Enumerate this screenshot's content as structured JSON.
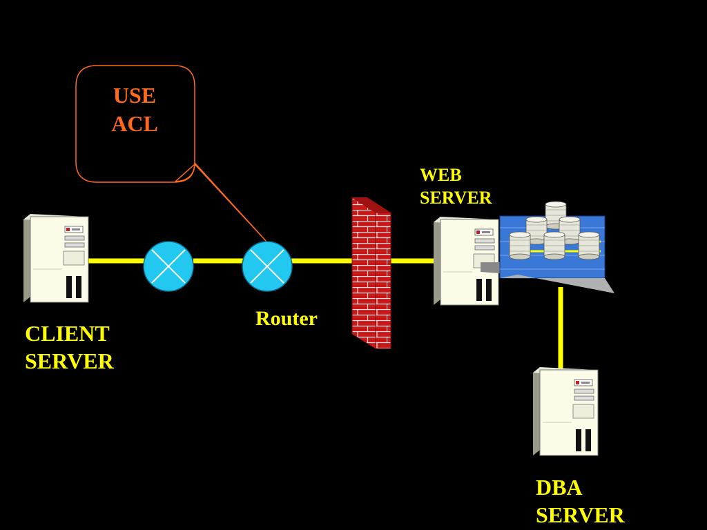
{
  "callout": {
    "line1": "USE",
    "line2": "ACL"
  },
  "labels": {
    "client_line1": "CLIENT",
    "client_line2": "SERVER",
    "router": "Router",
    "web_line1": "WEB",
    "web_line2": "SERVER",
    "dba_line1": "DBA",
    "dba_line2": "SERVER"
  },
  "colors": {
    "background": "#000000",
    "link": "#ffff00",
    "label": "#ffff00",
    "callout": "#ff6a1a",
    "router": "#22c8f0",
    "firewall": "#cc1a1a",
    "storage_panel": "#3a78d8"
  },
  "icons": [
    "server-icon",
    "router-icon",
    "firewall-icon",
    "storage-array-icon"
  ]
}
